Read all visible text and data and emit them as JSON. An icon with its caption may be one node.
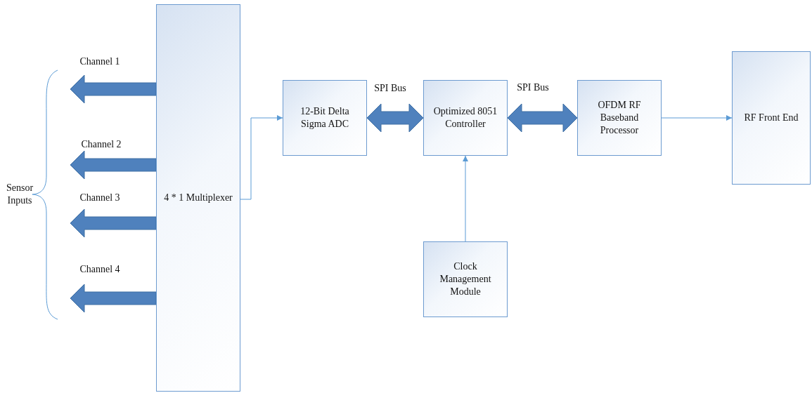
{
  "diagram": {
    "nodes": [
      {
        "text": [
          "4 * 1 Multiplexer"
        ]
      },
      {
        "text": [
          "12-Bit Delta Sigma ADC"
        ]
      },
      {
        "text": [
          "Optimized 8051 Controller"
        ]
      },
      {
        "text": [
          "OFDM RF Baseband Processor"
        ]
      },
      {
        "text": [
          "RF Front End"
        ]
      },
      {
        "text": [
          "Clock Management Module"
        ]
      }
    ],
    "edges": [
      {
        "from": 0,
        "to": 1,
        "arrow": "to"
      },
      {
        "from": 1,
        "to": 2,
        "arrow": "both",
        "style": "thick",
        "label": "SPI Bus"
      },
      {
        "from": 2,
        "to": 3,
        "arrow": "both",
        "style": "thick",
        "label": "SPI Bus"
      },
      {
        "from": 3,
        "to": 4,
        "arrow": "to"
      },
      {
        "from": 5,
        "to": 2,
        "arrow": "to"
      },
      {
        "from": 0,
        "to": null,
        "arrow": "to",
        "style": "thick",
        "label": "Channel 1"
      },
      {
        "from": 0,
        "to": null,
        "arrow": "to",
        "style": "thick",
        "label": "Channel 2"
      },
      {
        "from": 0,
        "to": null,
        "arrow": "to",
        "style": "thick",
        "label": "Channel 3"
      },
      {
        "from": 0,
        "to": null,
        "arrow": "to",
        "style": "thick",
        "label": "Channel 4"
      }
    ],
    "labels": [
      "Sensor Inputs"
    ]
  }
}
